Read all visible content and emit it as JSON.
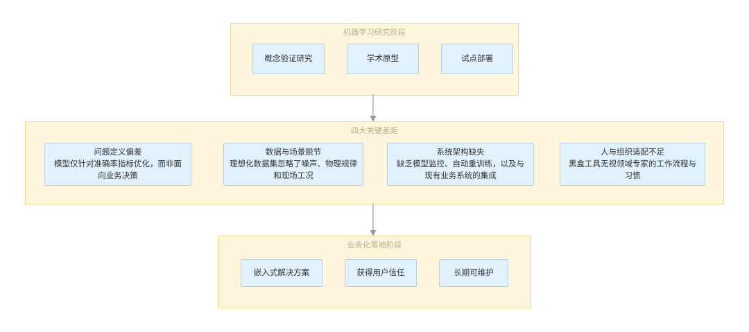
{
  "diagram": {
    "type": "flowchart",
    "orientation": "top-to-bottom",
    "colors": {
      "group_fill": "#fdf6dc",
      "group_border": "#f0d98a",
      "group_title_text": "#b8ae8c",
      "node_fill": "#e1f1fd",
      "node_border": "#b9cfe0",
      "node_text": "#333333",
      "connector": "#999999",
      "canvas_background": "#ffffff"
    },
    "groups": [
      {
        "id": "research",
        "title": "机器学习研究阶段",
        "nodes": [
          {
            "id": "poc",
            "label": "概念验证研究"
          },
          {
            "id": "prototype",
            "label": "学术原型"
          },
          {
            "id": "pilot",
            "label": "试点部署"
          }
        ]
      },
      {
        "id": "gaps",
        "title": "四大关键差距",
        "nodes": [
          {
            "id": "gap-problem",
            "label": "问题定义偏差\n模型仅针对准确率指标优化，而非面\n向业务决策"
          },
          {
            "id": "gap-data",
            "label": "数据与场景脱节\n理想化数据集忽略了噪声、物理规律\n和现场工况"
          },
          {
            "id": "gap-arch",
            "label": "系统架构缺失\n缺乏模型监控、自动重训练，以及与\n现有业务系统的集成"
          },
          {
            "id": "gap-people",
            "label": "人与组织适配不足\n黑盒工具无视领域专家的工作流程与\n习惯"
          }
        ]
      },
      {
        "id": "deploy",
        "title": "业务化落地阶段",
        "nodes": [
          {
            "id": "embedded",
            "label": "嵌入式解决方案"
          },
          {
            "id": "trust",
            "label": "获得用户信任"
          },
          {
            "id": "maintain",
            "label": "长期可维护"
          }
        ]
      }
    ],
    "connectors": [
      {
        "id": "research-to-gaps",
        "from": "research",
        "to": "gaps",
        "style": "arrow-down"
      },
      {
        "id": "gaps-to-deploy",
        "from": "gaps",
        "to": "deploy",
        "style": "arrow-down"
      }
    ]
  }
}
